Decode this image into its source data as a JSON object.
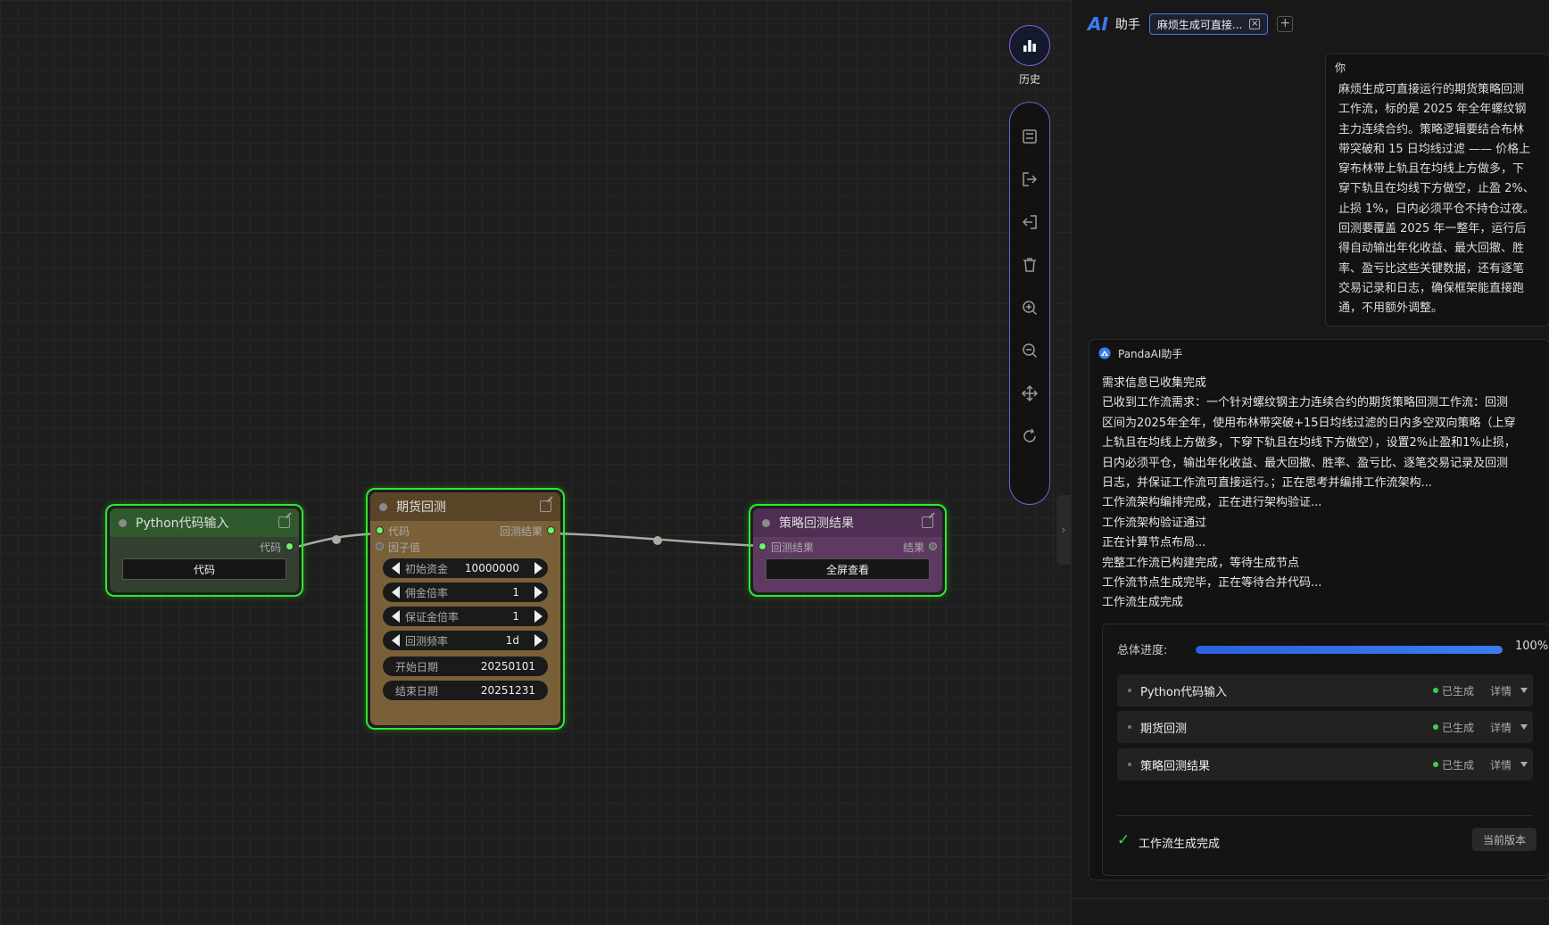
{
  "colors": {
    "node_border": "#2ee82e",
    "python_node": "#2e5a2e",
    "python_node_body": "#33402f",
    "futures_node": "#5a4428",
    "futures_node_body": "#7a6038",
    "result_node": "#4e2e52",
    "result_node_body": "#5e3a62",
    "accent": "#3c7cf0",
    "success": "#3ed04a"
  },
  "canvas": {
    "nodes": {
      "python_input": {
        "title": "Python代码输入",
        "out_port": "代码",
        "button": "代码"
      },
      "futures_backtest": {
        "title": "期货回测",
        "in_code": "代码",
        "in_factor": "因子值",
        "out_result": "回测结果",
        "params": [
          {
            "name": "初始资金",
            "value": "10000000"
          },
          {
            "name": "佣金倍率",
            "value": "1"
          },
          {
            "name": "保证金倍率",
            "value": "1"
          },
          {
            "name": "回测频率",
            "value": "1d"
          }
        ],
        "dates": [
          {
            "name": "开始日期",
            "value": "20250101"
          },
          {
            "name": "结束日期",
            "value": "20251231"
          }
        ]
      },
      "strategy_result": {
        "title": "策略回测结果",
        "in_port": "回测结果",
        "out_port": "结果",
        "button": "全屏查看"
      }
    },
    "toolbar": {
      "history_label": "历史",
      "icons": [
        "history-chart-icon",
        "save-icon",
        "export-icon",
        "import-icon",
        "trash-icon",
        "zoom-in-icon",
        "zoom-out-icon",
        "move-icon",
        "refresh-icon"
      ]
    },
    "collapse_arrow": "›"
  },
  "panel": {
    "logo": "AI",
    "title": "助手",
    "session_tab": "麻烦生成可直接...",
    "close_glyph": "×",
    "new_tab_glyph": "+",
    "user": {
      "label": "你",
      "lines": [
        "麻烦生成可直接运行的期货策略回测",
        "工作流，标的是 2025 年全年螺纹钢",
        "主力连续合约。策略逻辑要结合布林",
        "带突破和 15 日均线过滤 —— 价格上",
        "穿布林带上轨且在均线上方做多，下",
        "穿下轨且在均线下方做空，止盈 2%、",
        "止损 1%，日内必须平仓不持仓过夜。",
        "回测要覆盖 2025 年一整年，运行后",
        "得自动输出年化收益、最大回撤、胜",
        "率、盈亏比这些关键数据，还有逐笔",
        "交易记录和日志，确保框架能直接跑",
        "通，不用额外调整。"
      ]
    },
    "assistant": {
      "name": "PandaAI助手",
      "lines": [
        "需求信息已收集完成",
        "已收到工作流需求：一个针对螺纹钢主力连续合约的期货策略回测工作流：回测",
        "区间为2025年全年，使用布林带突破+15日均线过滤的日内多空双向策略（上穿",
        "上轨且在均线上方做多，下穿下轨且在均线下方做空），设置2%止盈和1%止损，",
        "日内必须平仓，输出年化收益、最大回撤、胜率、盈亏比、逐笔交易记录及回测",
        "日志，并保证工作流可直接运行。；正在思考并编排工作流架构...",
        "工作流架构编排完成，正在进行架构验证...",
        "工作流架构验证通过",
        "正在计算节点布局...",
        "完整工作流已构建完成，等待生成节点",
        "工作流节点生成完毕，正在等待合并代码...",
        "工作流生成完成"
      ],
      "progress": {
        "label": "总体进度:",
        "percent": 100,
        "percent_text": "100%",
        "steps": [
          {
            "name": "Python代码输入",
            "status": "已生成",
            "detail": "详情"
          },
          {
            "name": "期货回测",
            "status": "已生成",
            "detail": "详情"
          },
          {
            "name": "策略回测结果",
            "status": "已生成",
            "detail": "详情"
          }
        ],
        "done_check": "✓",
        "done_text": "工作流生成完成",
        "version_button": "当前版本"
      }
    }
  }
}
